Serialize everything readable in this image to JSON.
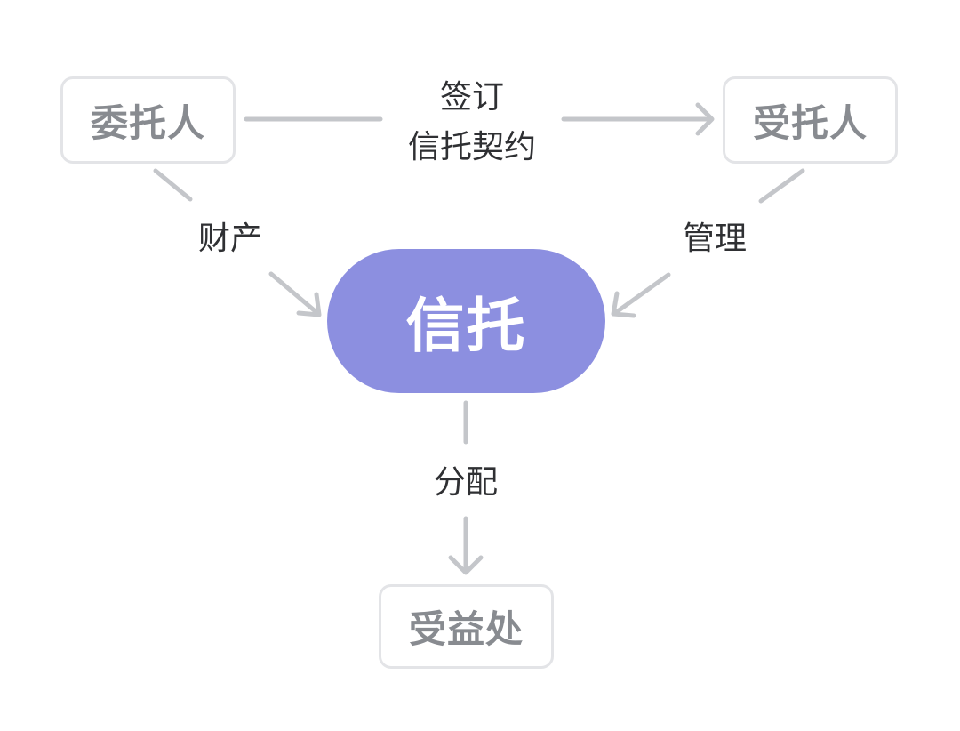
{
  "nodes": {
    "settlor": "委托人",
    "trustee": "受托人",
    "trust": "信托",
    "beneficiary": "受益处"
  },
  "edges": {
    "contract_line1": "签订",
    "contract_line2": "信托契约",
    "property": "财产",
    "manage": "管理",
    "distribute": "分配"
  },
  "colors": {
    "line": "#c4c6ca",
    "box_border": "#e3e4e7",
    "box_text": "#888b90",
    "center_fill": "#8c8fe0",
    "center_text": "#ffffff",
    "label_text": "#2f3033"
  }
}
